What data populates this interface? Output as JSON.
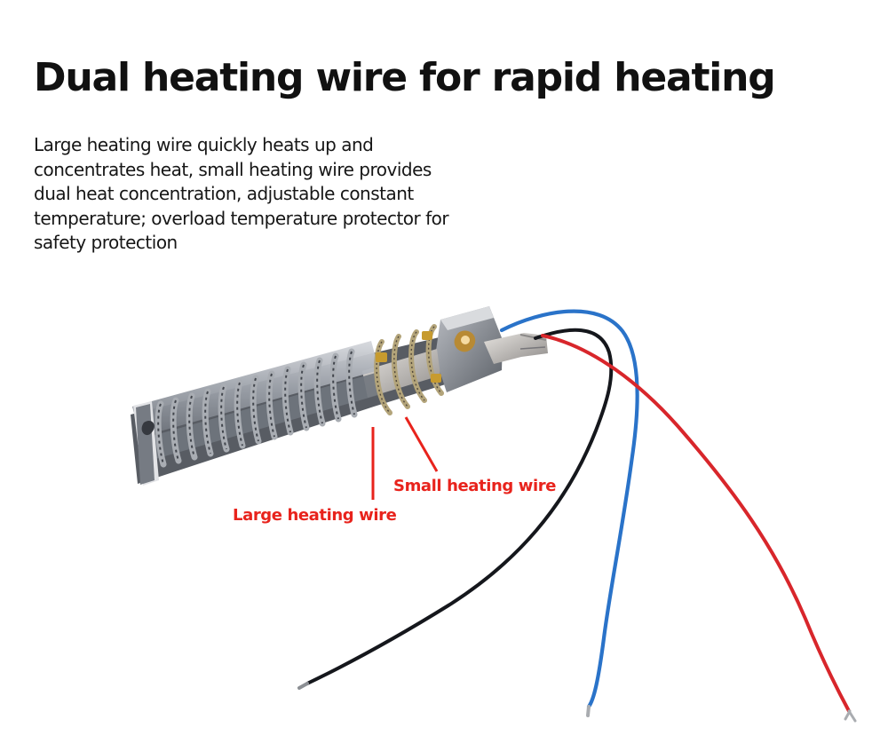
{
  "header": {
    "title": "Dual heating wire for rapid heating"
  },
  "body": {
    "description": "Large heating wire quickly heats up and concentrates heat, small heating wire provides dual heat concentration, adjustable constant temperature; overload temperature protector for safety protection"
  },
  "callouts": {
    "small_heating_wire": "Small heating wire",
    "large_heating_wire": "Large heating wire"
  },
  "colors": {
    "title_text": "#111111",
    "callout_text": "#e8231c",
    "lead_red": "#d8262b",
    "lead_blue": "#2a73c9",
    "lead_black": "#15171c"
  }
}
